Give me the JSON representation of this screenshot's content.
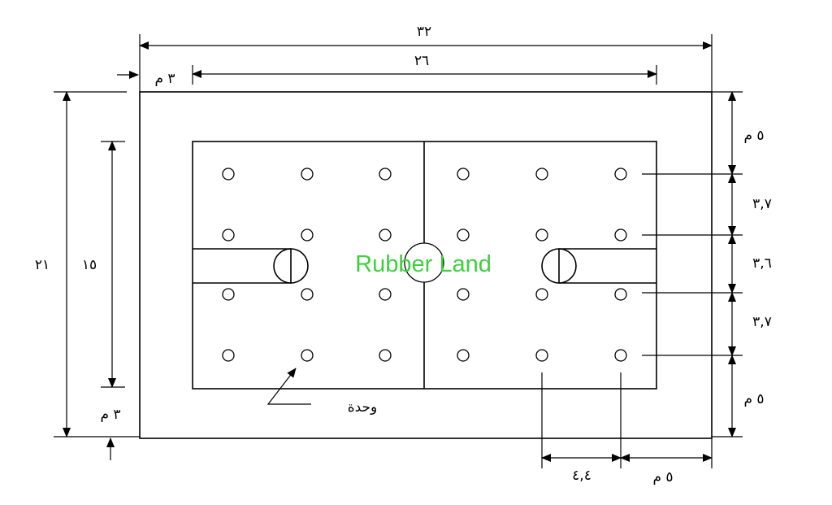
{
  "watermark": {
    "text": "Rubber Land",
    "color": "#3fcf3f"
  },
  "dimensions": {
    "overall_width": "٣٢",
    "inner_width": "٢٦",
    "left_margin": "٣ م",
    "overall_height": "٢١",
    "inner_height": "١٥",
    "bottom_margin": "٣ م",
    "right_top": "٥ م",
    "spacing_1": "٣,٧",
    "spacing_2": "٣,٦",
    "spacing_3": "٣,٧",
    "right_bottom": "٥ م",
    "column_spacing": "٤,٤",
    "right_edge_margin": "٥ م"
  },
  "labels": {
    "unit": "وحدة"
  },
  "colors": {
    "ink": "#000000",
    "background": "#ffffff"
  }
}
